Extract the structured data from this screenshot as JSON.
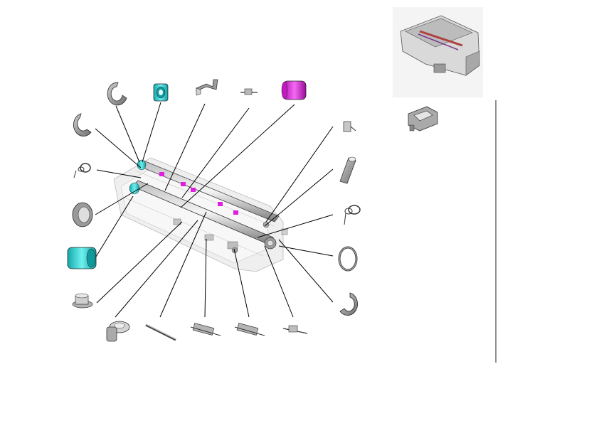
{
  "diagram": {
    "colors": {
      "line": "#000000",
      "metal_dark": "#5a5a5a",
      "metal_mid": "#9a9a9a",
      "metal_light": "#d9d9d9",
      "frame": "#e6e6e6",
      "cyan_part": "#22c8c8",
      "magenta_part": "#e01ee0",
      "thumbnail_bg": "#f1f1f1"
    },
    "icons": {
      "assembly": "exploded-fuser-assembly",
      "thumbnail": "fuser-unit-thumbnail",
      "bracket": "plastic-bracket"
    },
    "parts": [
      "e-clip",
      "cyan-bushing",
      "metal-bracket",
      "small-spring-pin",
      "magenta-roller-sleeve",
      "spring",
      "rubber-ring",
      "cyan-roller",
      "flanged-bushing",
      "shaft-pin",
      "rod",
      "connector-pin",
      "thermistor-connector",
      "small-connector",
      "tube-sleeve",
      "retaining-ring"
    ]
  }
}
